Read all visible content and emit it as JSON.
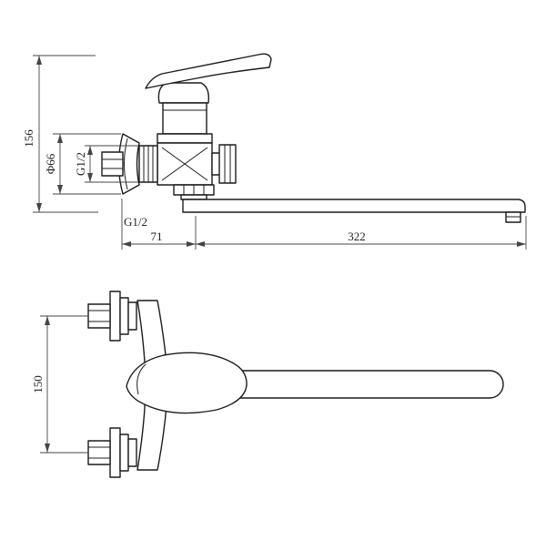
{
  "drawing": {
    "background": "#ffffff",
    "line_color": "#1c1c1c",
    "dim_color": "#444444"
  },
  "dimensions": {
    "total_height": "156",
    "flange_diameter": "Φ66",
    "inlet_thread_top": "G1/2",
    "spout_thread": "G1/2",
    "body_offset": "71",
    "spout_reach": "322",
    "inlet_spacing": "150"
  }
}
